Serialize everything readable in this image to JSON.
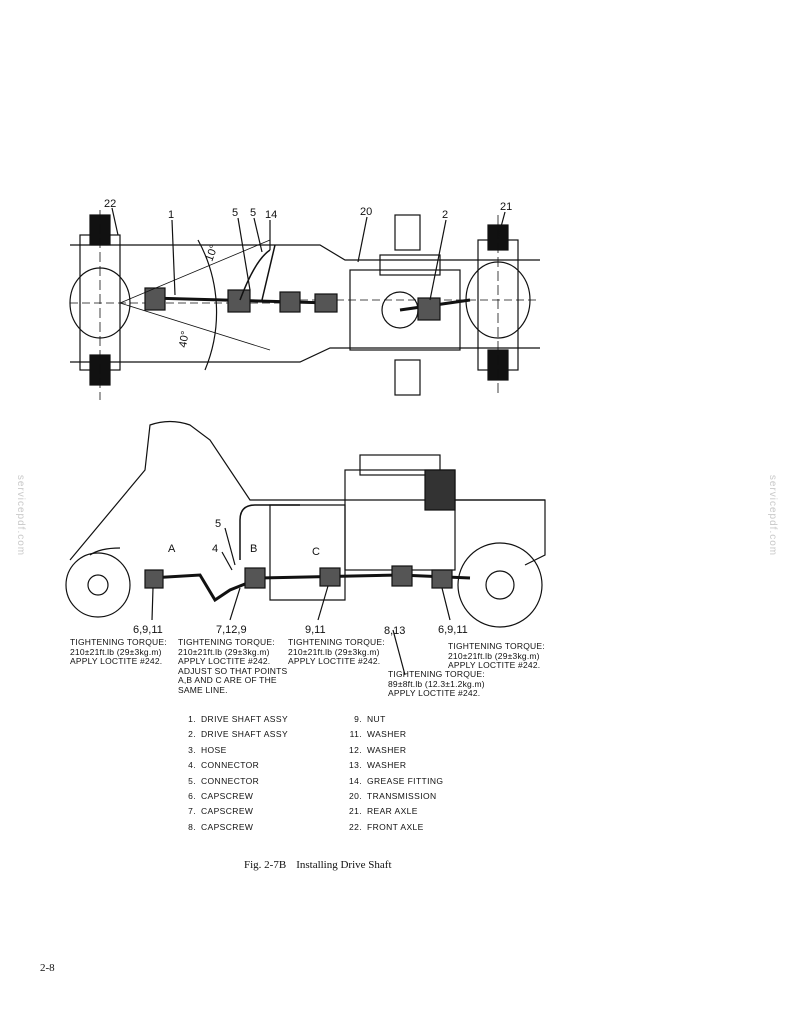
{
  "watermark": "servicepdf.com",
  "top_view_callouts": [
    "22",
    "1",
    "5",
    "5",
    "14",
    "20",
    "2",
    "21"
  ],
  "top_view_angles": [
    "10°",
    "40°"
  ],
  "side_view_callouts": {
    "n5": "5",
    "n4": "4",
    "A": "A",
    "B": "B",
    "C": "C",
    "c1": "6,9,11",
    "c2": "7,12,9",
    "c3": "9,11",
    "c4": "8,13",
    "c5": "6,9,11"
  },
  "notes": [
    "TIGHTENING TORQUE:\n210±21ft.lb (29±3kg.m)\nAPPLY LOCTITE #242.",
    "TIGHTENING TORQUE:\n210±21ft.lb (29±3kg.m)\nAPPLY LOCTITE #242.\nADJUST SO THAT POINTS\nA,B AND C ARE OF THE\nSAME LINE.",
    "TIGHTENING TORQUE:\n210±21ft.lb (29±3kg.m)\nAPPLY LOCTITE #242.",
    "TIGHTENING TORQUE:\n89±8ft.lb (12.3±1.2kg.m)\nAPPLY LOCTITE #242.",
    "TIGHTENING TORQUE:\n210±21ft.lb (29±3kg.m)\nAPPLY LOCTITE #242."
  ],
  "parts_left": [
    {
      "num": "1.",
      "name": "DRIVE SHAFT ASSY"
    },
    {
      "num": "2.",
      "name": "DRIVE SHAFT ASSY"
    },
    {
      "num": "3.",
      "name": "HOSE"
    },
    {
      "num": "4.",
      "name": "CONNECTOR"
    },
    {
      "num": "5.",
      "name": "CONNECTOR"
    },
    {
      "num": "6.",
      "name": "CAPSCREW"
    },
    {
      "num": "7.",
      "name": "CAPSCREW"
    },
    {
      "num": "8.",
      "name": "CAPSCREW"
    }
  ],
  "parts_right": [
    {
      "num": "9.",
      "name": "NUT"
    },
    {
      "num": "11.",
      "name": "WASHER"
    },
    {
      "num": "12.",
      "name": "WASHER"
    },
    {
      "num": "13.",
      "name": "WASHER"
    },
    {
      "num": "14.",
      "name": "GREASE FITTING"
    },
    {
      "num": "20.",
      "name": "TRANSMISSION"
    },
    {
      "num": "21.",
      "name": "REAR AXLE"
    },
    {
      "num": "22.",
      "name": "FRONT AXLE"
    }
  ],
  "caption": {
    "fig": "Fig. 2-7B",
    "title": "Installing Drive Shaft"
  },
  "page_number": "2-8"
}
